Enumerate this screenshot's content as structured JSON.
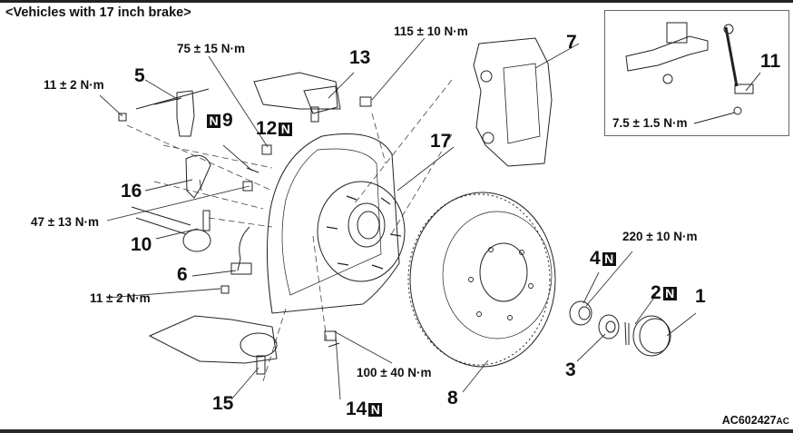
{
  "title": "<Vehicles with 17 inch brake>",
  "figure_code": "AC602427",
  "figure_code_suffix": "AC",
  "new_part_badge": "N",
  "callouts": {
    "c1": "1",
    "c2": "2",
    "c3": "3",
    "c4": "4",
    "c5": "5",
    "c6": "6",
    "c7": "7",
    "c8": "8",
    "c9": "9",
    "c10": "10",
    "c11": "11",
    "c12": "12",
    "c13": "13",
    "c14": "14",
    "c15": "15",
    "c16": "16",
    "c17": "17"
  },
  "torques": {
    "t_75": "75 ± 15 N·m",
    "t_115": "115 ± 10 N·m",
    "t_11a": "11 ± 2 N·m",
    "t_47": "47 ± 13 N·m",
    "t_11b": "11 ± 2 N·m",
    "t_220": "220 ± 10 N·m",
    "t_100": "100 ± 40 N·m",
    "t_7_5": "7.5 ± 1.5 N·m"
  }
}
